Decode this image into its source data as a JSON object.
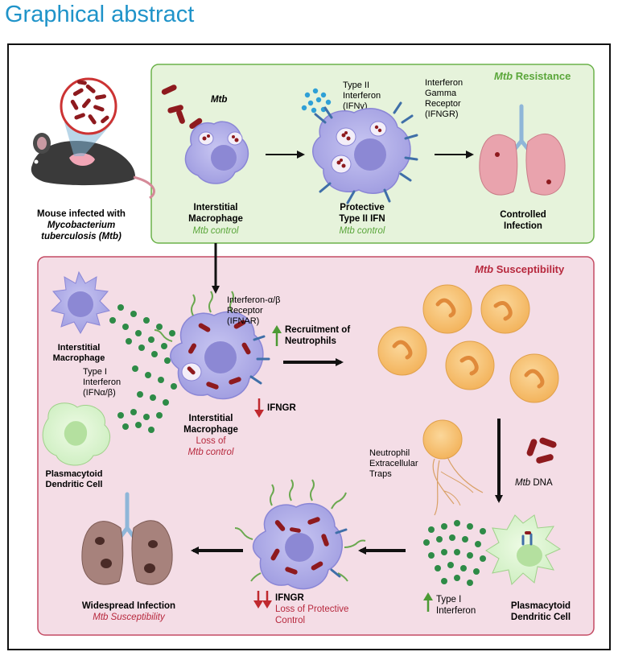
{
  "header": {
    "title": "Graphical abstract"
  },
  "mouse": {
    "line1": "Mouse infected with",
    "line2": "Mycobacterium",
    "line3": "tuberculosis (Mtb)"
  },
  "resistance": {
    "title_italic": "Mtb",
    "title_rest": " Resistance",
    "mtb_label": "Mtb",
    "type2": [
      "Type II",
      "Interferon",
      "(IFNγ)"
    ],
    "ifngr": [
      "Interferon",
      "Gamma",
      "Receptor",
      "(IFNGR)"
    ],
    "macrophage": {
      "line1": "Interstitial",
      "line2": "Macrophage",
      "status": "Mtb control"
    },
    "protective": {
      "line1": "Protective",
      "line2": "Type II IFN",
      "status": "Mtb control"
    },
    "controlled": {
      "line1": "Controlled",
      "line2": "Infection"
    }
  },
  "susceptibility": {
    "title_italic": "Mtb",
    "title_rest": " Susceptibility",
    "interstitial_macrophage": [
      "Interstitial",
      "Macrophage"
    ],
    "type1": [
      "Type I",
      "Interferon",
      "(IFNα/β)"
    ],
    "pdc_left": [
      "Plasmacytoid",
      "Dendritic Cell"
    ],
    "ifnar": [
      "Interferon-α/β",
      "Receptor",
      "(IFNAR)"
    ],
    "recruitment": [
      "Recruitment of",
      "Neutrophils"
    ],
    "ifngr_down": "IFNGR",
    "center_macrophage": {
      "line1": "Interstitial",
      "line2": "Macrophage",
      "status1": "Loss of",
      "status2": "Mtb control"
    },
    "net": [
      "Neutrophil",
      "Extracellular",
      "Traps"
    ],
    "mtb_dna": "Mtb DNA",
    "pdc_right": [
      "Plasmacytoid",
      "Dendritic Cell"
    ],
    "type1_up": [
      "Type I",
      "Interferon"
    ],
    "ifngr_double": "IFNGR",
    "loss_protective": [
      "Loss of Protective",
      "Control"
    ],
    "widespread": {
      "line1": "Widespread Infection",
      "line2": "Mtb Susceptibility"
    }
  },
  "colors": {
    "title_blue": "#1f93c9",
    "green_panel": "#e6f3db",
    "pink_panel": "#f4dde6",
    "green_text": "#5aa63a",
    "red_text": "#b7283d"
  }
}
